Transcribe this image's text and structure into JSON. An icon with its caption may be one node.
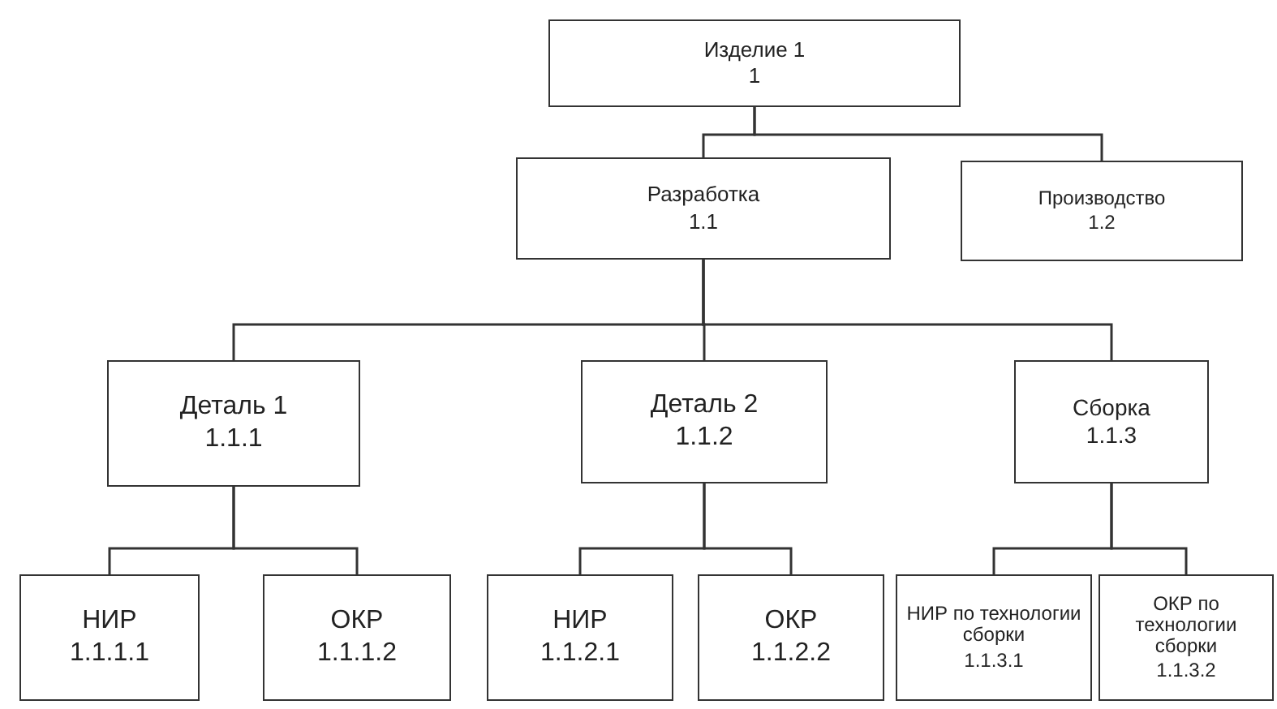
{
  "diagram": {
    "nodes": [
      {
        "text": [
          "Изделие 1",
          "1"
        ]
      },
      {
        "text": [
          "Разработка",
          "1.1"
        ]
      },
      {
        "text": [
          "Производство",
          "1.2"
        ]
      },
      {
        "text": [
          "Деталь 1",
          "1.1.1"
        ]
      },
      {
        "text": [
          "Деталь 2",
          "1.1.2"
        ]
      },
      {
        "text": [
          "Сборка",
          "1.1.3"
        ]
      },
      {
        "text": [
          "НИР",
          "1.1.1.1"
        ]
      },
      {
        "text": [
          "ОКР",
          "1.1.1.2"
        ]
      },
      {
        "text": [
          "НИР",
          "1.1.2.1"
        ]
      },
      {
        "text": [
          "ОКР",
          "1.1.2.2"
        ]
      },
      {
        "text": [
          "НИР по технологии сборки",
          "1.1.3.1"
        ]
      },
      {
        "text": [
          "ОКР по технологии сборки",
          "1.1.3.2"
        ]
      }
    ],
    "edges": [
      {
        "from": 0,
        "to": 1,
        "arrow": "none"
      },
      {
        "from": 0,
        "to": 2,
        "arrow": "none"
      },
      {
        "from": 1,
        "to": 3,
        "arrow": "none"
      },
      {
        "from": 1,
        "to": 4,
        "arrow": "none"
      },
      {
        "from": 1,
        "to": 5,
        "arrow": "none"
      },
      {
        "from": 3,
        "to": 6,
        "arrow": "none"
      },
      {
        "from": 3,
        "to": 7,
        "arrow": "none"
      },
      {
        "from": 4,
        "to": 8,
        "arrow": "none"
      },
      {
        "from": 4,
        "to": 9,
        "arrow": "none"
      },
      {
        "from": 5,
        "to": 10,
        "arrow": "none"
      },
      {
        "from": 5,
        "to": 11,
        "arrow": "none"
      }
    ]
  }
}
